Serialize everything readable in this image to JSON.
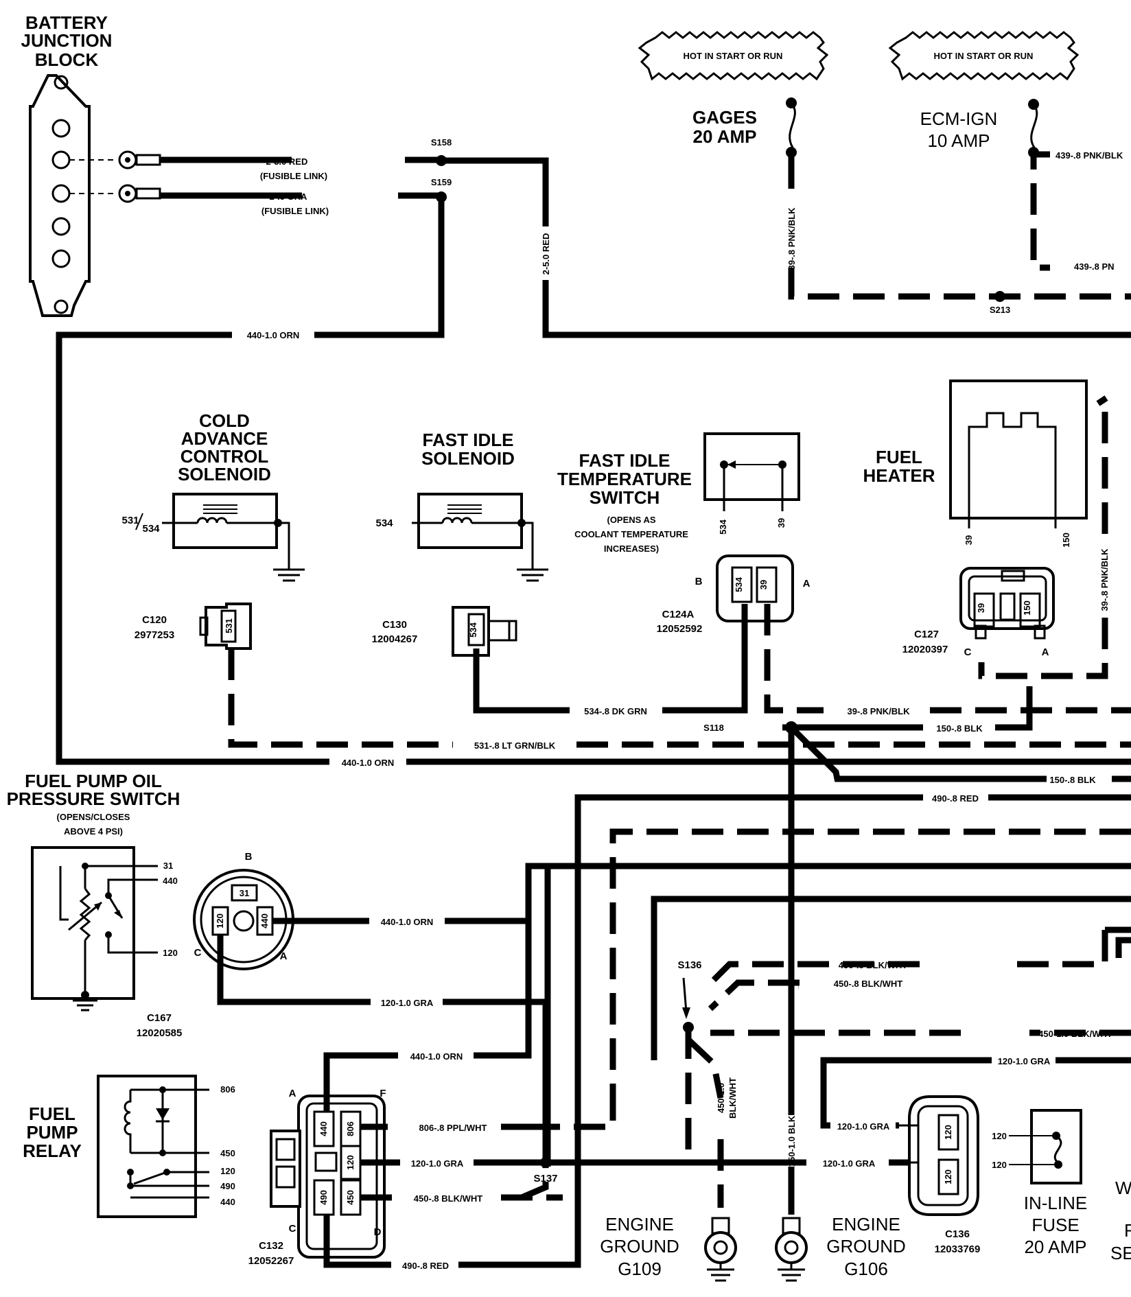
{
  "components": {
    "battery_junction_block": [
      "BATTERY",
      "JUNCTION",
      "BLOCK"
    ],
    "hot_label_1": "HOT IN START OR RUN",
    "hot_label_2": "HOT IN START OR RUN",
    "gages_fuse": [
      "GAGES",
      "20 AMP"
    ],
    "ecm_fuse": [
      "ECM-IGN",
      "10 AMP"
    ],
    "cold_advance": [
      "COLD",
      "ADVANCE",
      "CONTROL",
      "SOLENOID"
    ],
    "fast_idle_solenoid": [
      "FAST IDLE",
      "SOLENOID"
    ],
    "fast_idle_switch": [
      "FAST IDLE",
      "TEMPERATURE",
      "SWITCH"
    ],
    "fast_idle_switch_note": [
      "(OPENS  AS",
      "COOLANT TEMPERATURE",
      "INCREASES)"
    ],
    "fuel_heater": [
      "FUEL",
      "HEATER"
    ],
    "oil_switch": [
      "FUEL PUMP OIL",
      "PRESSURE SWITCH"
    ],
    "oil_switch_note": [
      "(OPENS/CLOSES",
      "ABOVE 4 PSI)"
    ],
    "fuel_pump_relay": [
      "FUEL",
      "PUMP",
      "RELAY"
    ],
    "ground_g109": [
      "ENGINE",
      "GROUND",
      "G109"
    ],
    "ground_g106": [
      "ENGINE",
      "GROUND",
      "G106"
    ],
    "inline_fuse": [
      "IN-LINE",
      "FUSE",
      "20 AMP"
    ],
    "edge_fragments": [
      "W",
      "F",
      "SE"
    ]
  },
  "wires": {
    "red_fusible": "2-3.0 RED",
    "red_fusible_note": "(FUSIBLE LINK)",
    "gra_fusible": "2-.5 GRA",
    "gra_fusible_note": "(FUSIBLE LINK)",
    "red_5": "2-5.0 RED",
    "orn_440_top": "440-1.0 ORN",
    "pnk_39_gages": "39-.8 PNK/BLK",
    "pnk_439_a": "439-.8 PNK/BLK",
    "pnk_439_b": "439-.8 PN",
    "pnk_39_right": "39-.8 PNK/BLK",
    "dk_grn_534": "534-.8 DK GRN",
    "pnk_39_mid": "39-.8 PNK/BLK",
    "blk_150_a": "150-.8 BLK",
    "lt_grn_531": "531-.8 LT GRN/BLK",
    "orn_440_mid": "440-1.0 ORN",
    "blk_150_b": "150-.8 BLK",
    "red_490": "490-.8 RED",
    "orn_440_switch": "440-1.0 ORN",
    "gra_120_switch": "120-1.0 GRA",
    "blkwht_450_a": "450-.8 BLK/WHT",
    "blkwht_450_b": "450-.8 BLK/WHT",
    "blkwht_450_c": "450-1.0 BLK/WHT",
    "gra_120_right": "120-1.0 GRA",
    "orn_440_c132": "440-1.0 ORN",
    "ppl_806": "806-.8 PPL/WHT",
    "gra_120_c132": "120-1.0 GRA",
    "blkwht_450_c132": "450-.8 BLK/WHT",
    "red_490_c132": "490-.8 RED",
    "blkwht_450_vert": [
      "450-1.0",
      "BLK/WHT"
    ],
    "blk_150_vert": "150-1.0 BLK",
    "gra_120_c136_a": "120-1.0 GRA",
    "gra_120_c136_b": "120-1.0 GRA"
  },
  "splices": {
    "s158": "S158",
    "s159": "S159",
    "s213": "S213",
    "s118": "S118",
    "s136": "S136",
    "s137": "S137"
  },
  "connectors": {
    "c120": [
      "C120",
      "2977253"
    ],
    "c130": [
      "C130",
      "12004267"
    ],
    "c124a": [
      "C124A",
      "12052592"
    ],
    "c127": [
      "C127",
      "12020397"
    ],
    "c167": [
      "C167",
      "12020585"
    ],
    "c132": [
      "C132",
      "12052267"
    ],
    "c136": [
      "C136",
      "12033769"
    ]
  },
  "pins": {
    "cold_adv_pin": "531",
    "cold_adv_pin_alt": "534",
    "fast_idle_sol_pin": "534",
    "switch_pin_l": "534",
    "switch_pin_r": "39",
    "c124a_l": "534",
    "c124a_r": "39",
    "c124a_b": "B",
    "c124a_a": "A",
    "heater_pin_l": "39",
    "heater_pin_r": "150",
    "c127_l": "39",
    "c127_r": "150",
    "c127_c": "C",
    "c127_a": "A",
    "c120_pin": "531",
    "c130_pin": "534",
    "oil_31": "31",
    "oil_440": "440",
    "oil_120": "120",
    "oil_conn_31": "31",
    "oil_conn_120": "120",
    "oil_conn_440": "440",
    "oil_conn_b": "B",
    "oil_conn_c": "C",
    "oil_conn_a": "A",
    "relay_806": "806",
    "relay_450": "450",
    "relay_120": "120",
    "relay_490": "490",
    "relay_440": "440",
    "c132_440": "440",
    "c132_806": "806",
    "c132_120": "120",
    "c132_490": "490",
    "c132_450": "450",
    "c132_a": "A",
    "c132_f": "F",
    "c132_c": "C",
    "c132_d": "D",
    "c136_top": "120",
    "c136_bot": "120",
    "fuse_120_a": "120",
    "fuse_120_b": "120"
  }
}
